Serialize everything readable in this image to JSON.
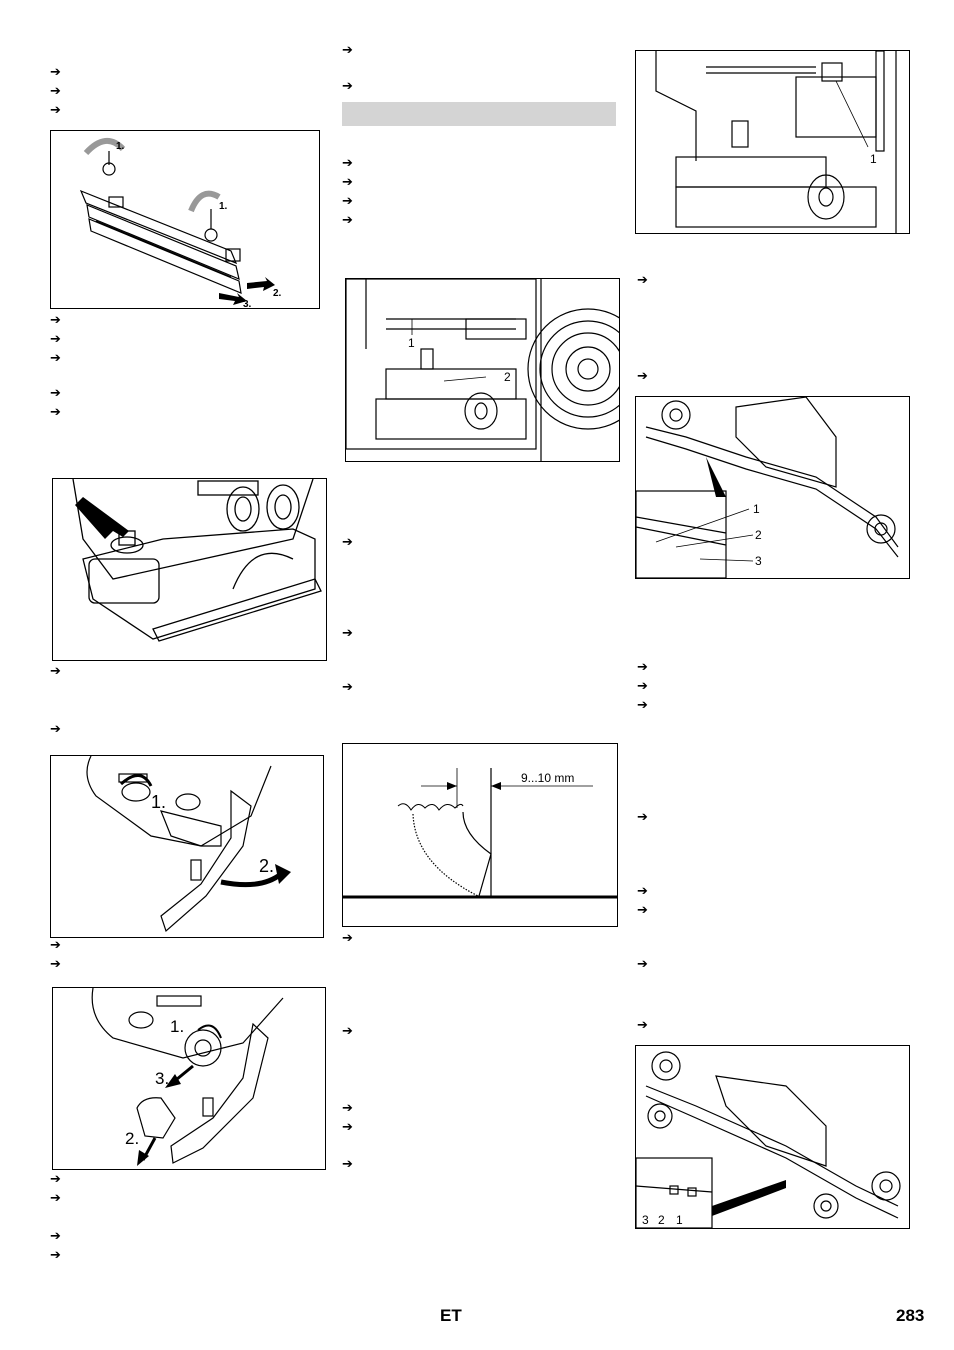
{
  "page": {
    "language": "ET",
    "number": "283"
  },
  "arrow_glyph": "➔",
  "figures": {
    "f1": {
      "labels": [
        "1.",
        "1.",
        "2.",
        "3."
      ]
    },
    "f3": {
      "labels": [
        "1.",
        "2."
      ]
    },
    "f4": {
      "labels": [
        "1.",
        "3.",
        "2."
      ]
    },
    "f5": {
      "labels": [
        "1",
        "2"
      ]
    },
    "f6": {
      "labels": [
        "9...10 mm"
      ]
    },
    "f7": {
      "labels": [
        "1"
      ]
    },
    "f8": {
      "labels": [
        "1",
        "2",
        "3"
      ]
    },
    "f9": {
      "labels": [
        "3",
        "2",
        "1"
      ]
    }
  }
}
